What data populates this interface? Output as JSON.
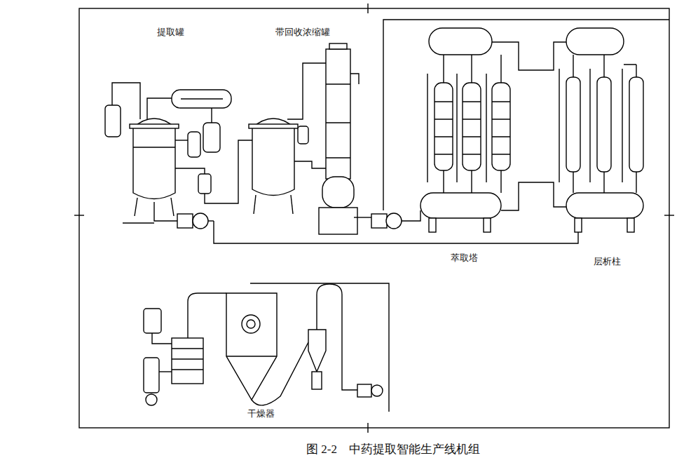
{
  "diagram": {
    "caption": "图 2-2　中药提取智能生产线机组",
    "labels": [
      "提取罐",
      "带回收浓缩罐",
      "萃取塔",
      "层析柱",
      "干燥器"
    ]
  }
}
